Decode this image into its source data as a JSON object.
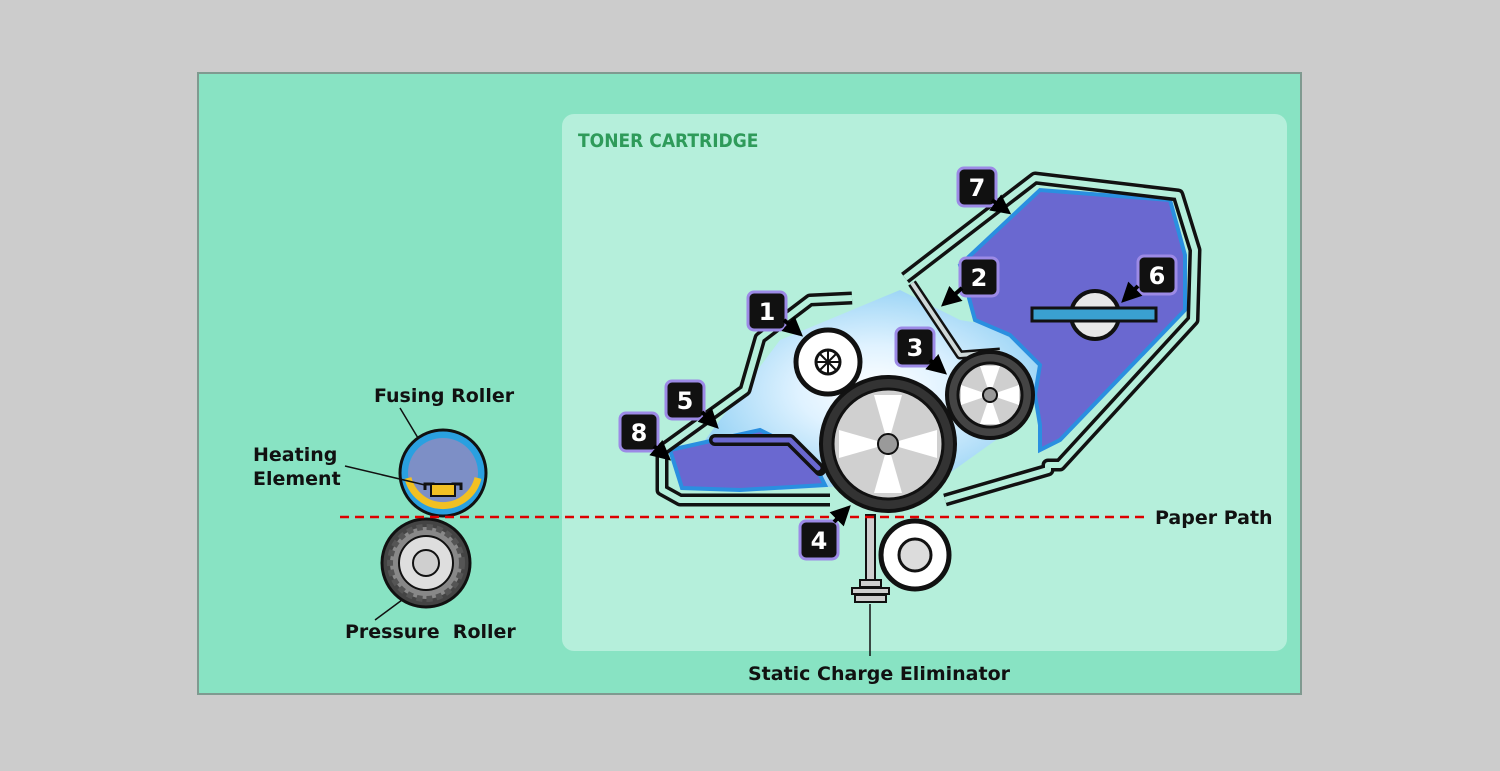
{
  "diagram": {
    "section_title": "TONER CARTRIDGE",
    "labels": {
      "fusing_roller": "Fusing Roller",
      "heating_element_line1": "Heating",
      "heating_element_line2": "Element",
      "pressure_roller": "Pressure  Roller",
      "paper_path": "Paper Path",
      "static_charge_eliminator": "Static Charge Eliminator"
    },
    "callouts": [
      "1",
      "2",
      "3",
      "4",
      "5",
      "6",
      "7",
      "8"
    ]
  },
  "colors": {
    "outer_background": "#cccccc",
    "panel_background": "#88e3c3",
    "cartridge_panel": "#b5efdb",
    "toner": "#6a68d0",
    "cartridge_outline": "#111111",
    "title_text": "#2e9b5a",
    "paper_path": "#dd0000",
    "callout_badge": "#111111",
    "callout_border": "#9c8ae6"
  }
}
